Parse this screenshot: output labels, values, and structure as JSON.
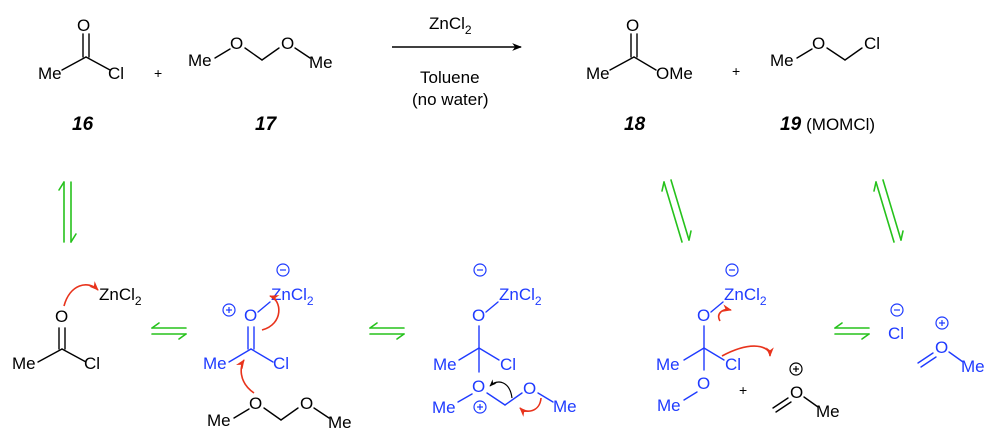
{
  "reaction": {
    "reagent_top": "ZnCl",
    "reagent_sub": "2",
    "condition_1": "Toluene",
    "condition_2": "(no water)"
  },
  "compounds": {
    "c16": {
      "label": "16",
      "me": "Me",
      "o": "O",
      "cl": "Cl"
    },
    "c17": {
      "label": "17",
      "me1": "Me",
      "o1": "O",
      "o2": "O",
      "me2": "Me"
    },
    "c18": {
      "label": "18",
      "me": "Me",
      "o": "O",
      "ome": "OMe"
    },
    "c19": {
      "label": "19",
      "label_note": "(MOMCl)",
      "me": "Me",
      "o": "O",
      "cl": "Cl"
    }
  },
  "plus": "+",
  "mechanism": {
    "zn": "ZnCl",
    "zn_sub": "2",
    "o": "O",
    "me": "Me",
    "cl": "Cl",
    "minus": "−",
    "plus_charge": "+"
  },
  "colors": {
    "black": "#000000",
    "blue": "#1f3bff",
    "green": "#26c21c",
    "red": "#e8331c"
  }
}
